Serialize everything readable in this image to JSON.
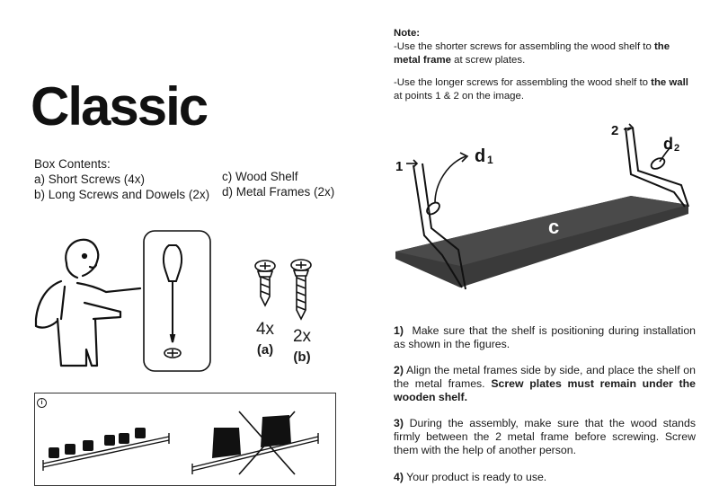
{
  "title": "Classic",
  "box_contents": {
    "heading": "Box Contents:",
    "a": "a) Short Screws (4x)",
    "b": "b) Long Screws and Dowels (2x)",
    "c": "c) Wood Shelf",
    "d": "d) Metal Frames (2x)"
  },
  "screws": {
    "a_count": "4x",
    "a_label": "(a)",
    "b_count": "2x",
    "b_label": "(b)"
  },
  "warning_icon": "info-icon",
  "note": {
    "heading": "Note:",
    "line1_pre": "-Use the shorter screws for assembling the wood shelf to ",
    "line1_bold": "the metal frame",
    "line1_post": " at screw plates.",
    "line2_pre": "-Use the longer screws for assembling the wood shelf to ",
    "line2_bold": "the wall",
    "line2_post": " at points 1 & 2 on the image."
  },
  "diagram": {
    "point1": "1",
    "point2": "2",
    "d1": "d",
    "d1_sub": "1",
    "d2": "d",
    "d2_sub": "2",
    "shelf_label": "c"
  },
  "steps": {
    "s1_num": "1)",
    "s1_text": "Make sure that the shelf is positioning during installation as shown in the figures.",
    "s2_num": "2)",
    "s2_text": "Align the metal frames side by side, and place the shelf on the metal frames.",
    "s2_bold": "Screw plates must remain under the wooden shelf.",
    "s3_num": "3)",
    "s3_text": "During the assembly, make sure that the wood stands firmly between the 2 metal frame before screwing. Screw them with the help of another person.",
    "s4_num": "4)",
    "s4_text": "Your product is ready to use."
  }
}
